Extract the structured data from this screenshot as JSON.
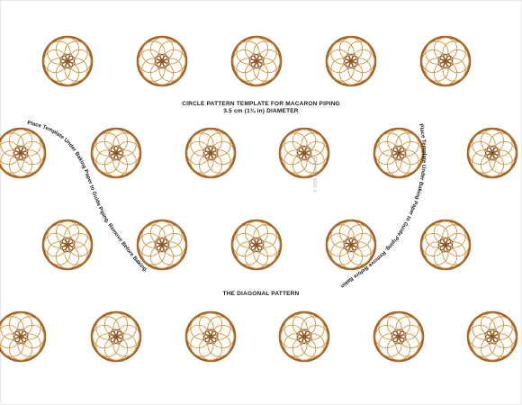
{
  "title_line_1": "CIRCLE PATTERN TEMPLATE FOR MACARON PIPING",
  "title_line_2": "3.5 cm (1⅜ in) DIAMETER",
  "pattern_label": "THE DIAGONAL PATTERN",
  "curved_note": "Place Template Under Baking Paper to Guide Piping. Remove Before Baking.",
  "copyright": "© 2009 Food Blog",
  "circle_icon": "flower-rosette-icon",
  "colors": {
    "ring": "#a0642a",
    "petal": "#cf9640",
    "center": "#8c5220",
    "text": "#1a1a1a"
  }
}
